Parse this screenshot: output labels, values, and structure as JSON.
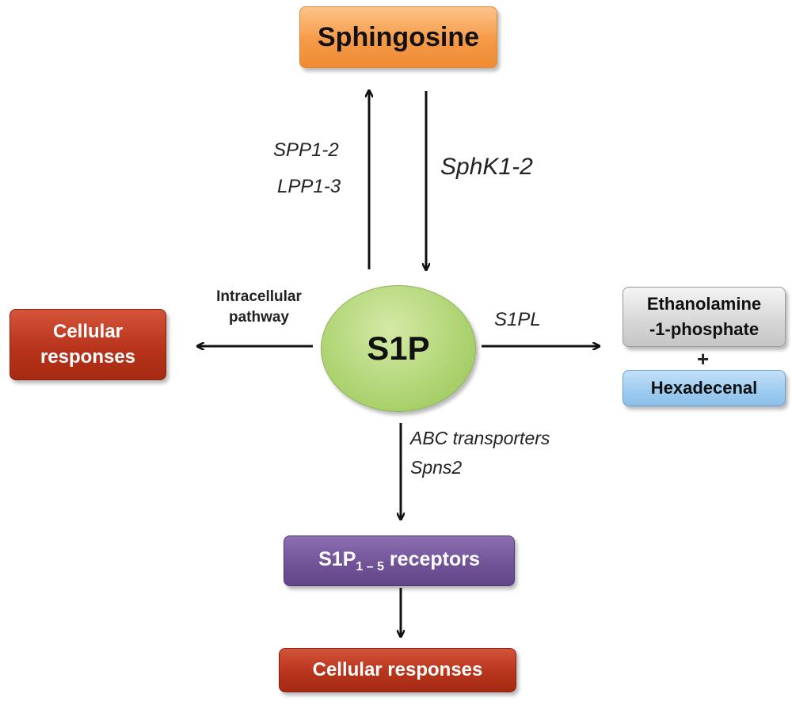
{
  "nodes": {
    "sphingosine": "Sphingosine",
    "s1p": "S1P",
    "cellular_responses_left": [
      "Cellular",
      "responses"
    ],
    "ethanolamine": [
      "Ethanolamine",
      "-1-phosphate"
    ],
    "hexadecenal": "Hexadecenal",
    "receptors": {
      "prefix": "S1P",
      "subscript": "1 – 5",
      "suffix": " receptors"
    },
    "cellular_responses_bottom": "Cellular responses"
  },
  "edge_labels": {
    "spp": "SPP1-2",
    "lpp": "LPP1-3",
    "sphk": "SphK1-2",
    "intracellular": "Intracellular pathway",
    "s1pl": "S1PL",
    "plus": "+",
    "abc": "ABC transporters",
    "spns": "Spns2"
  },
  "colors": {
    "sphingosine": "#f59a48",
    "s1p": "#a8d06a",
    "cellular_responses": "#b8341c",
    "ethanolamine": "#d6d6d6",
    "hexadecenal": "#9ccbf0",
    "receptors": "#6f5195",
    "arrow": "#111111"
  }
}
